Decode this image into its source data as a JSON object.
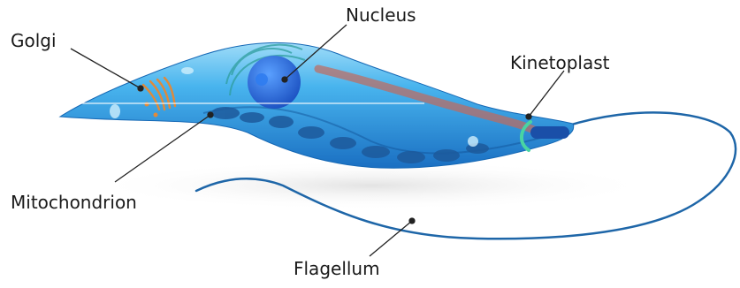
{
  "labels": {
    "nucleus": "Nucleus",
    "golgi": "Golgi",
    "kinetoplast": "Kinetoplast",
    "mitochondrion": "Mitochondrion",
    "flagellum": "Flagellum"
  },
  "colors": {
    "body_light": "#7fd0f5",
    "body_mid": "#2ea2e6",
    "body_dark": "#1468b8",
    "nucleus": "#1f5fd0",
    "mitochondria": "#1d5a9c",
    "golgi": "#e08a3a",
    "kinetoplast": "#49d4a3",
    "flagellum": "#1e66a8",
    "leader_line": "#222222",
    "label_text": "#1a1a1a"
  }
}
